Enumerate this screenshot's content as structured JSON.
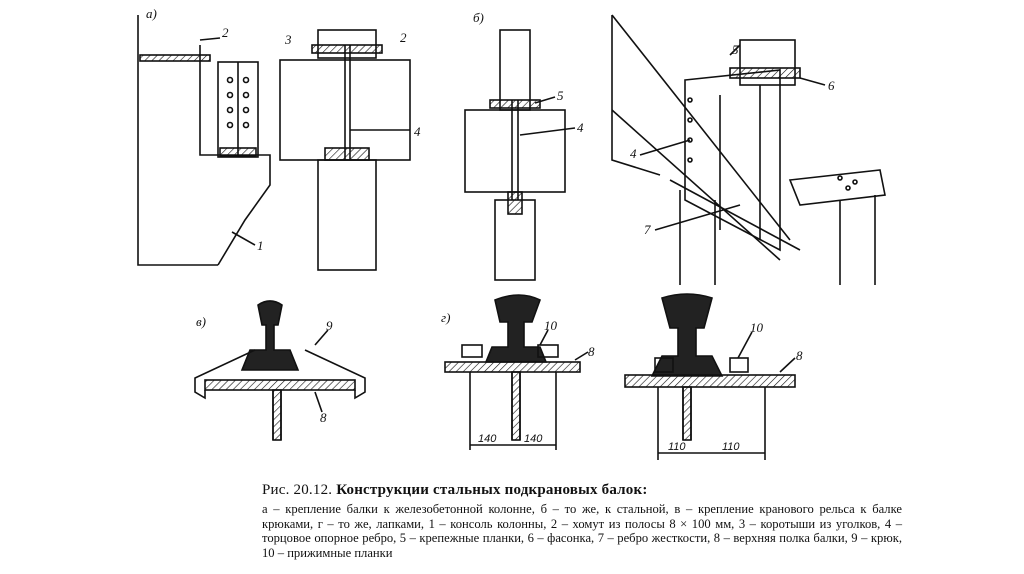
{
  "figure": {
    "panel_labels": {
      "a": "а)",
      "b": "б)",
      "v": "в)",
      "g": "г)"
    },
    "callouts": [
      "1",
      "2",
      "3",
      "4",
      "5",
      "6",
      "7",
      "8",
      "9",
      "10"
    ],
    "dimensions": {
      "g_left": [
        "140",
        "140"
      ],
      "g_right": [
        "110",
        "110"
      ]
    }
  },
  "caption": {
    "number": "Рис. 20.12.",
    "title": "Конструкции стальных подкрановых балок:",
    "body": "а – крепление балки к железобетонной колонне, б – то же, к стальной, в – крепление кранового рельса к балке крюками, г – то же, лапками, 1 – консоль колонны, 2 – хомут из полосы 8 × 100 мм, 3 – коротыши из уголков, 4 – торцовое опорное ребро, 5 – крепежные планки, 6 – фасонка, 7 – ребро жесткости, 8 – верхняя полка балки, 9 – крюк, 10 – прижимные планки"
  }
}
